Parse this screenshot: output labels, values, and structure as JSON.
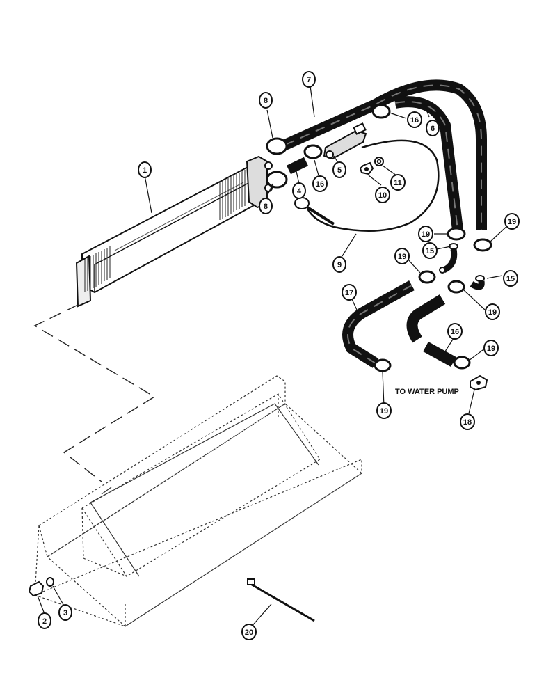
{
  "callouts": [
    {
      "id": "c1",
      "label": "1"
    },
    {
      "id": "c2",
      "label": "2"
    },
    {
      "id": "c3",
      "label": "3"
    },
    {
      "id": "c4",
      "label": "4"
    },
    {
      "id": "c5",
      "label": "5"
    },
    {
      "id": "c6",
      "label": "6"
    },
    {
      "id": "c7",
      "label": "7"
    },
    {
      "id": "c8a",
      "label": "8"
    },
    {
      "id": "c8b",
      "label": "8"
    },
    {
      "id": "c9",
      "label": "9"
    },
    {
      "id": "c10",
      "label": "10"
    },
    {
      "id": "c11",
      "label": "11"
    },
    {
      "id": "c15a",
      "label": "15"
    },
    {
      "id": "c15b",
      "label": "15"
    },
    {
      "id": "c16a",
      "label": "16"
    },
    {
      "id": "c16b",
      "label": "16"
    },
    {
      "id": "c16c",
      "label": "16"
    },
    {
      "id": "c17",
      "label": "17"
    },
    {
      "id": "c18",
      "label": "18"
    },
    {
      "id": "c19a",
      "label": "19"
    },
    {
      "id": "c19b",
      "label": "19"
    },
    {
      "id": "c19c",
      "label": "19"
    },
    {
      "id": "c19d",
      "label": "19"
    },
    {
      "id": "c19e",
      "label": "19"
    },
    {
      "id": "c19f",
      "label": "19"
    },
    {
      "id": "c20",
      "label": "20"
    }
  ],
  "notes": {
    "water_pump": "TO WATER PUMP"
  }
}
